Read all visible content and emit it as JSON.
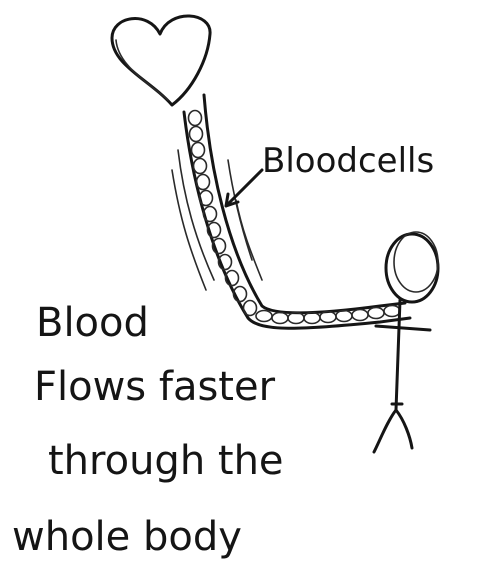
{
  "labels": {
    "cells_label": "Bloodcells",
    "caption_line1": "Blood",
    "caption_line2": "Flows faster",
    "caption_line3": "through the",
    "caption_line4": "whole body"
  },
  "icons": {
    "heart": "heart-icon",
    "person": "stick-figure-icon"
  },
  "colors": {
    "ink": "#151515",
    "paper": "#ffffff"
  }
}
